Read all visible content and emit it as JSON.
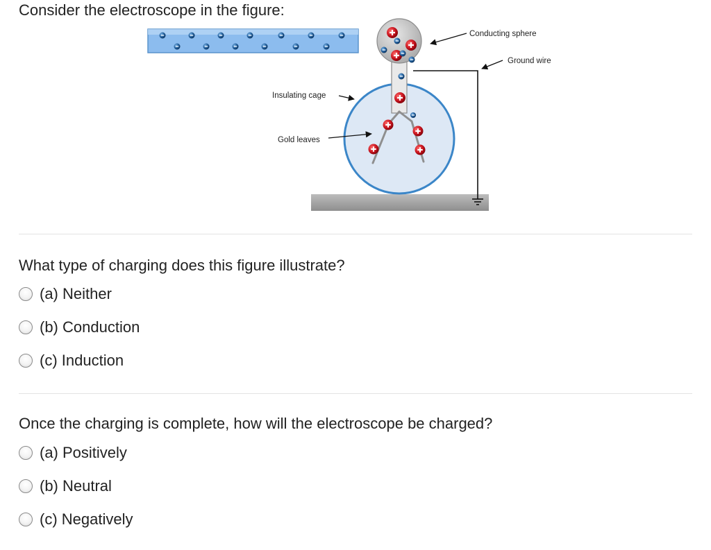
{
  "intro": "Consider the electroscope in the figure:",
  "figure": {
    "labels": {
      "sphere": "Conducting sphere",
      "ground": "Ground wire",
      "cage": "Insulating cage",
      "leaves": "Gold leaves"
    },
    "colors": {
      "rod": "#8cbcee",
      "cage_fill": "#dde8f5",
      "cage_stroke": "#3b86c8",
      "positive": "#c8141e",
      "negative": "#1e5a96",
      "sphere": "#bdbdbd",
      "base": "#a6a6a6"
    }
  },
  "questions": [
    {
      "text": "What type of charging does this figure illustrate?",
      "options": [
        "(a) Neither",
        "(b) Conduction",
        "(c) Induction"
      ]
    },
    {
      "text": "Once the charging is complete, how will the electroscope be charged?",
      "options": [
        "(a) Positively",
        "(b) Neutral",
        "(c) Negatively"
      ]
    }
  ]
}
